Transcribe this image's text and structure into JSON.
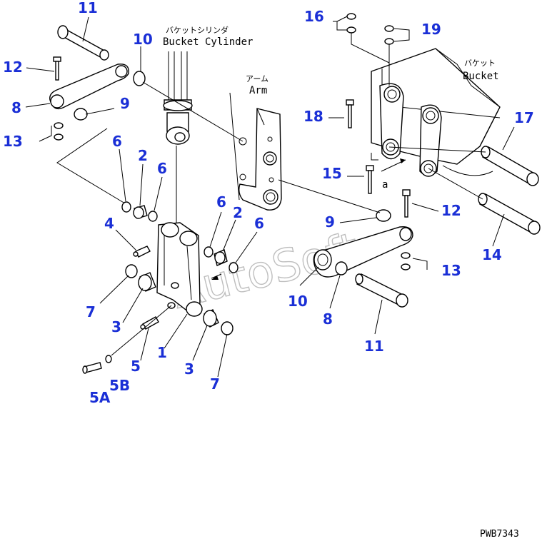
{
  "diagram": {
    "labels": {
      "bucket_cylinder_jp": "バケットシリンダ",
      "bucket_cylinder_en": "Bucket Cylinder",
      "arm_jp": "アーム",
      "arm_en": "Arm",
      "bucket_jp": "バケット",
      "bucket_en": "Bucket",
      "view_letter": "a",
      "drawing_code": "PWB7343",
      "watermark": "AutoSoft"
    },
    "callouts": {
      "c11a": "11",
      "c12a": "12",
      "c8a": "8",
      "c13a": "13",
      "c10a": "10",
      "c9a": "9",
      "c6a": "6",
      "c2a": "2",
      "c6b": "6",
      "c4": "4",
      "c7a": "7",
      "c3a": "3",
      "c1": "1",
      "c5": "5",
      "c5a": "5A",
      "c5b": "5B",
      "c3b": "3",
      "c7b": "7",
      "c6c": "6",
      "c2b": "2",
      "c6d": "6",
      "c10b": "10",
      "c8b": "8",
      "c11b": "11",
      "c16": "16",
      "c19": "19",
      "c18": "18",
      "c17": "17",
      "c15": "15",
      "c9b": "9",
      "c12b": "12",
      "c13b": "13",
      "c14": "14"
    },
    "colors": {
      "callout": "#1a2fd6",
      "line": "#000000",
      "watermark": "#8a8a8a"
    }
  }
}
